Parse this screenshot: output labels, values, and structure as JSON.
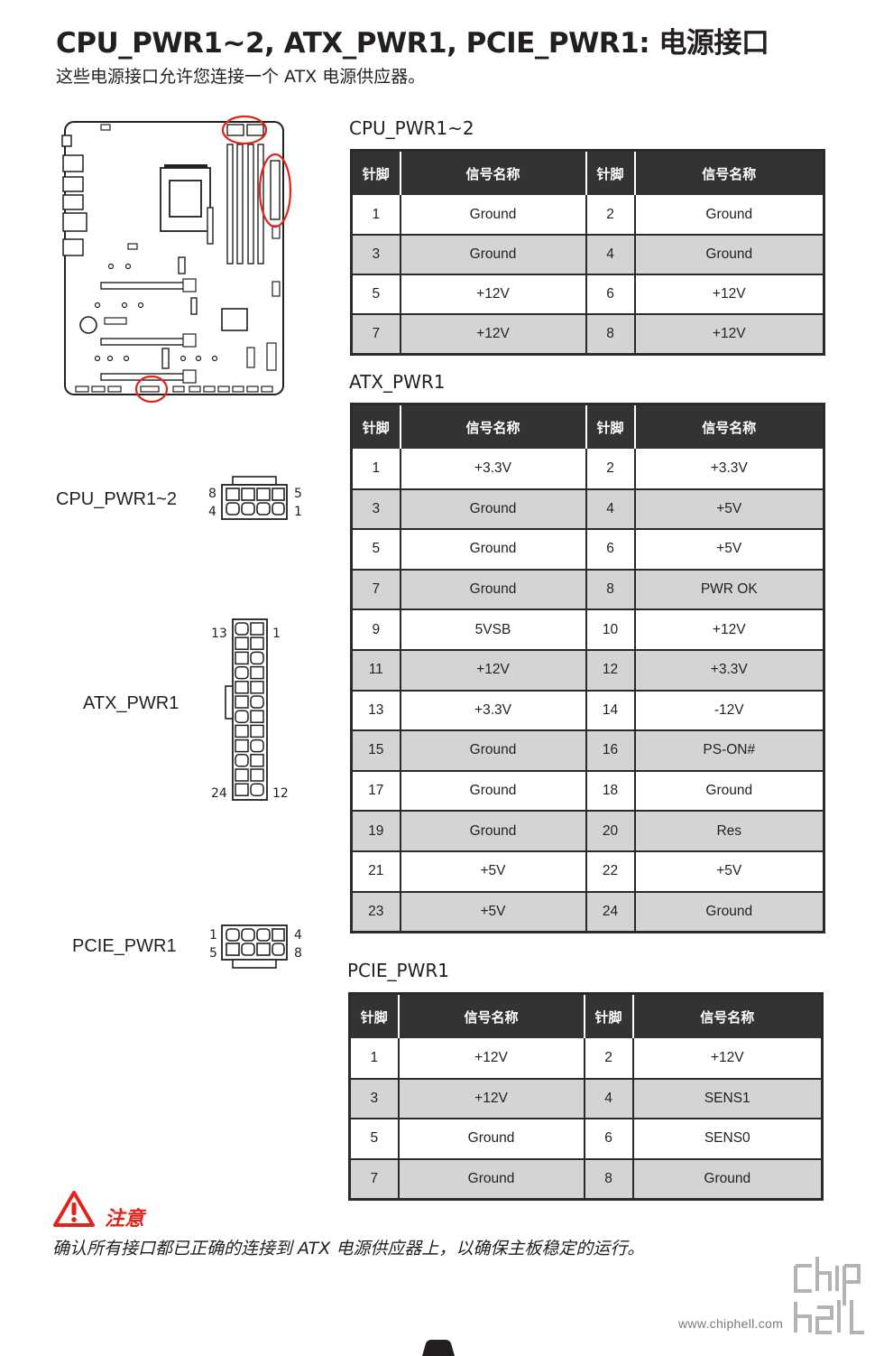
{
  "page": {
    "title": "CPU_PWR1~2, ATX_PWR1, PCIE_PWR1: 电源接口",
    "subtitle": "这些电源接口允许您连接一个 ATX 电源供应器。"
  },
  "connectors": {
    "cpu": {
      "name": "CPU_PWR1~2",
      "pin_labels": [
        "8",
        "4",
        "5",
        "1"
      ],
      "table": {
        "headers": [
          "针脚",
          "信号名称",
          "针脚",
          "信号名称"
        ],
        "rows": [
          [
            "1",
            "Ground",
            "2",
            "Ground"
          ],
          [
            "3",
            "Ground",
            "4",
            "Ground"
          ],
          [
            "5",
            "+12V",
            "6",
            "+12V"
          ],
          [
            "7",
            "+12V",
            "8",
            "+12V"
          ]
        ]
      }
    },
    "atx": {
      "name": "ATX_PWR1",
      "pin_labels": [
        "13",
        "1",
        "24",
        "12"
      ],
      "table": {
        "headers": [
          "针脚",
          "信号名称",
          "针脚",
          "信号名称"
        ],
        "rows": [
          [
            "1",
            "+3.3V",
            "2",
            "+3.3V"
          ],
          [
            "3",
            "Ground",
            "4",
            "+5V"
          ],
          [
            "5",
            "Ground",
            "6",
            "+5V"
          ],
          [
            "7",
            "Ground",
            "8",
            "PWR OK"
          ],
          [
            "9",
            "5VSB",
            "10",
            "+12V"
          ],
          [
            "11",
            "+12V",
            "12",
            "+3.3V"
          ],
          [
            "13",
            "+3.3V",
            "14",
            "-12V"
          ],
          [
            "15",
            "Ground",
            "16",
            "PS-ON#"
          ],
          [
            "17",
            "Ground",
            "18",
            "Ground"
          ],
          [
            "19",
            "Ground",
            "20",
            "Res"
          ],
          [
            "21",
            "+5V",
            "22",
            "+5V"
          ],
          [
            "23",
            "+5V",
            "24",
            "Ground"
          ]
        ]
      }
    },
    "pcie": {
      "name": "PCIE_PWR1",
      "pin_labels": [
        "1",
        "5",
        "4",
        "8"
      ],
      "table": {
        "headers": [
          "针脚",
          "信号名称",
          "针脚",
          "信号名称"
        ],
        "rows": [
          [
            "1",
            "+12V",
            "2",
            "+12V"
          ],
          [
            "3",
            "+12V",
            "4",
            "SENS1"
          ],
          [
            "5",
            "Ground",
            "6",
            "SENS0"
          ],
          [
            "7",
            "Ground",
            "8",
            "Ground"
          ]
        ]
      }
    }
  },
  "note": {
    "heading": "注意",
    "text": "确认所有接口都已正确的连接到 ATX 电源供应器上，以确保主板稳定的运行。"
  },
  "watermark": "www.chiphell.com",
  "colors": {
    "accent_red": "#e2231a",
    "header_bg": "#333333",
    "alt_row": "#d4d4d4"
  }
}
